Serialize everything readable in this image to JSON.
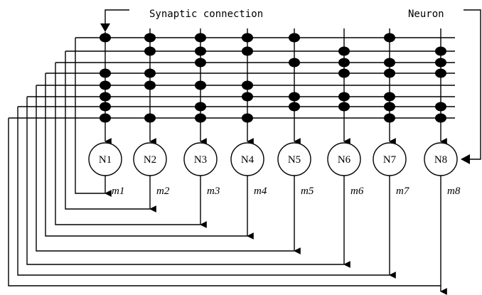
{
  "labels": {
    "synaptic_connection": "Synaptic connection",
    "neuron": "Neuron"
  },
  "neurons": [
    {
      "id": "N1",
      "output": "m1"
    },
    {
      "id": "N2",
      "output": "m2"
    },
    {
      "id": "N3",
      "output": "m3"
    },
    {
      "id": "N4",
      "output": "m4"
    },
    {
      "id": "N5",
      "output": "m5"
    },
    {
      "id": "N6",
      "output": "m6"
    },
    {
      "id": "N7",
      "output": "m7"
    },
    {
      "id": "N8",
      "output": "m8"
    }
  ],
  "synapses": [
    [
      1,
      1,
      1,
      1,
      1,
      0,
      1,
      0
    ],
    [
      0,
      1,
      1,
      1,
      0,
      1,
      0,
      1
    ],
    [
      0,
      0,
      1,
      0,
      1,
      1,
      1,
      1
    ],
    [
      1,
      1,
      0,
      0,
      0,
      1,
      1,
      1
    ],
    [
      1,
      1,
      1,
      1,
      0,
      0,
      0,
      0
    ],
    [
      1,
      0,
      0,
      1,
      1,
      1,
      1,
      0
    ],
    [
      1,
      0,
      1,
      0,
      1,
      1,
      1,
      1
    ],
    [
      1,
      1,
      1,
      1,
      0,
      0,
      1,
      1
    ]
  ]
}
